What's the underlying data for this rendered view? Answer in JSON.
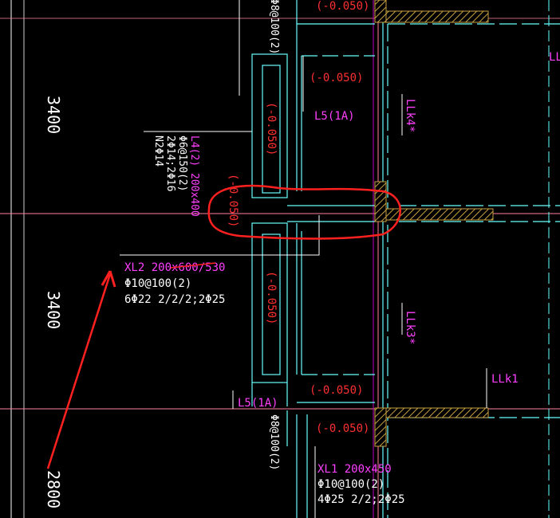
{
  "colors": {
    "background": "#000000",
    "grid_white": "#ffffff",
    "grid_pink": "#ff7f9f",
    "cyan": "#66ffff",
    "magenta": "#ff40ff",
    "red_level": "#ff3030",
    "hatch": "#c8a040",
    "markup_red": "#ff2020",
    "grid_magenta": "#c000c0"
  },
  "dimensions": {
    "upper": "3400",
    "middle": "3400",
    "lower": "2800"
  },
  "level_labels": {
    "top": "(-0.050)",
    "right_upper": "(-0.050)",
    "left_vertical_upper": "(-0.050)",
    "circled": "(-0.050)",
    "left_vertical_lower": "(-0.050)",
    "right_lower": "(-0.050)",
    "bottom": "(-0.050)"
  },
  "beams": {
    "l5_upper": "L5(1A)",
    "l5_lower": "L5(1A)",
    "llk4": "LLk4*",
    "llk3": "LLk3*",
    "llk1": "LLk1",
    "right_edge": "LL",
    "l4": {
      "name": "L4(2) 200x400",
      "stirrup": "Φ6@150(2)",
      "bars": "2Φ14;2Φ16",
      "side": "N2Φ14"
    },
    "xl2": {
      "name": "XL2 200x600/530",
      "stirrup": "Φ10@100(2)",
      "bars": "6Φ22 2/2/2;2Φ25"
    },
    "xl1": {
      "name": "XL1 200x450",
      "stirrup": "Φ10@100(2)",
      "bars": "4Φ25 2/2;2Φ25"
    },
    "top_vertical": "Φ8@100(2)",
    "bottom_vertical": "Φ8@100(2)"
  }
}
